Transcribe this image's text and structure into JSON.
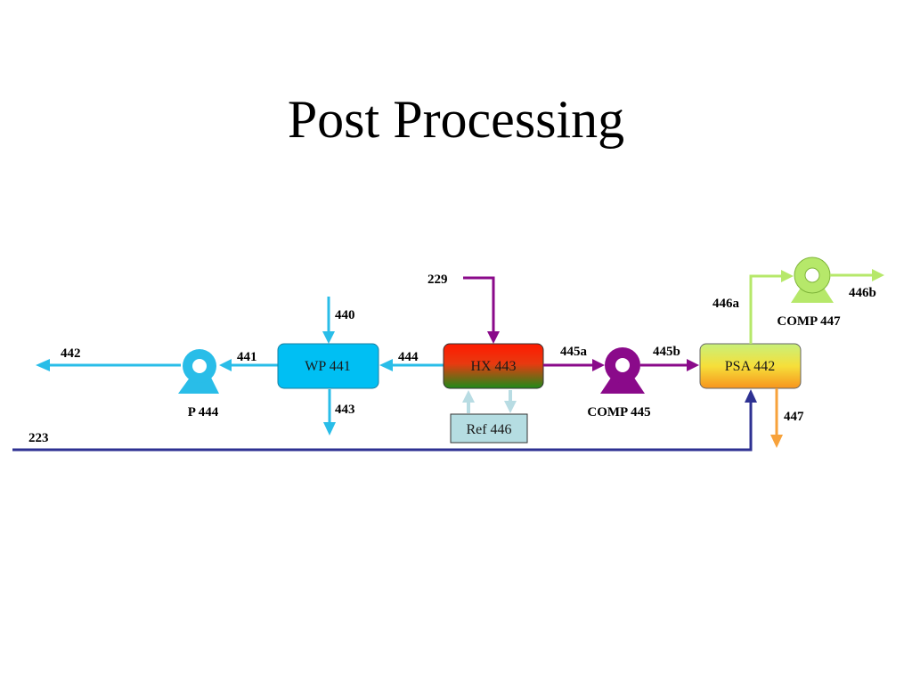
{
  "title": "Post Processing",
  "units": {
    "wp": "WP 441",
    "hx": "HX 443",
    "psa": "PSA 442",
    "ref": "Ref 446",
    "pump": "P 444",
    "comp445": "COMP 445",
    "comp447": "COMP 447"
  },
  "streams": {
    "s229": "229",
    "s440": "440",
    "s441": "441",
    "s442": "442",
    "s443": "443",
    "s444": "444",
    "s445a": "445a",
    "s445b": "445b",
    "s446a": "446a",
    "s446b": "446b",
    "s447": "447",
    "s223": "223"
  },
  "colors": {
    "water": "#29bde8",
    "purple": "#8a0a8a",
    "navy": "#2e3192",
    "green": "#b6e86a",
    "orange": "#f7a23b",
    "ref_arrow": "#b8dce3",
    "wp_fill": "#00bff3",
    "ref_fill": "#b5dde2"
  }
}
